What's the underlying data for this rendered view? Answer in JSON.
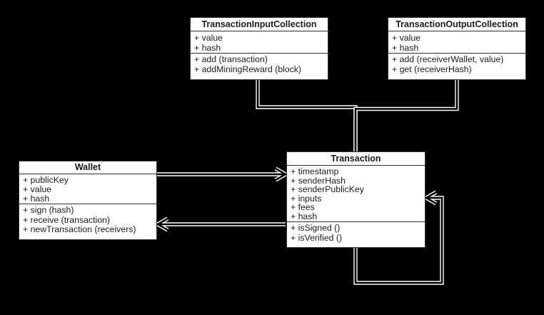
{
  "diagram": {
    "type": "uml-class-diagram",
    "background_color": "#000000",
    "node_fill_color": "#ffffff",
    "node_border_color": "#333333",
    "node_text_color": "#1a1a1a",
    "connector_color": "#ffffff",
    "connector_style": "double-line"
  },
  "classes": [
    {
      "title": "TransactionInputCollection",
      "attributes": [
        "+ value",
        "+ hash"
      ],
      "methods": [
        "+ add (transaction)",
        "+ addMiningReward (block)"
      ]
    },
    {
      "title": "TransactionOutputCollection",
      "attributes": [
        "+ value",
        "+ hash"
      ],
      "methods": [
        "+ add (receiverWallet, value)",
        "+ get (receiverHash)"
      ]
    },
    {
      "title": "Wallet",
      "attributes": [
        "+ publicKey",
        "+ value",
        "+ hash"
      ],
      "methods": [
        "+ sign (hash)",
        "+ receive (transaction)",
        "+ newTransaction (receivers)"
      ]
    },
    {
      "title": "Transaction",
      "attributes": [
        "+ timestamp",
        "+ senderHash",
        "+ senderPublicKey",
        "+ inputs",
        "+ fees",
        "+ hash"
      ],
      "methods": [
        "+ isSigned ()",
        "+ isVerified ()"
      ]
    }
  ],
  "relations": [
    {
      "from": "TransactionInputCollection",
      "to": "Transaction",
      "arrowhead": "none"
    },
    {
      "from": "TransactionOutputCollection",
      "to": "Transaction",
      "arrowhead": "none"
    },
    {
      "from": "Wallet",
      "to": "Transaction",
      "arrowhead": "open-chevron"
    },
    {
      "from": "Transaction",
      "to": "Wallet",
      "arrowhead": "open-chevron"
    },
    {
      "from": "Transaction",
      "to": "Transaction",
      "arrowhead": "open-chevron",
      "note": "self-reference loop"
    }
  ]
}
